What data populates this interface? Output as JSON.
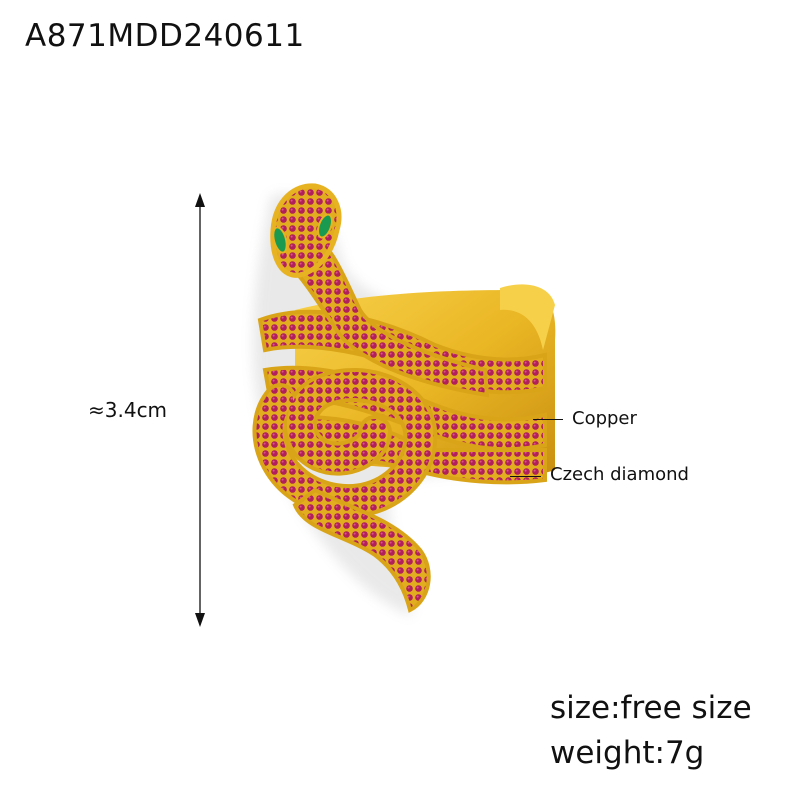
{
  "product": {
    "sku": "A871MDD240611",
    "dimension_label": "≈3.4cm",
    "callouts": [
      {
        "label": "Copper"
      },
      {
        "label": "Czech diamond"
      }
    ],
    "specs": {
      "size": "size:free size",
      "weight": "weight:7g"
    }
  },
  "colors": {
    "gold": "#eab725",
    "gold_light": "#f7d04a",
    "gold_dark": "#c98f10",
    "ruby": "#b0205a",
    "ruby_dark": "#7e1440",
    "emerald": "#1a9a50",
    "text": "#111111",
    "background": "#ffffff"
  },
  "icons": {
    "dimension_arrow": "double-headed-vertical-arrow"
  }
}
